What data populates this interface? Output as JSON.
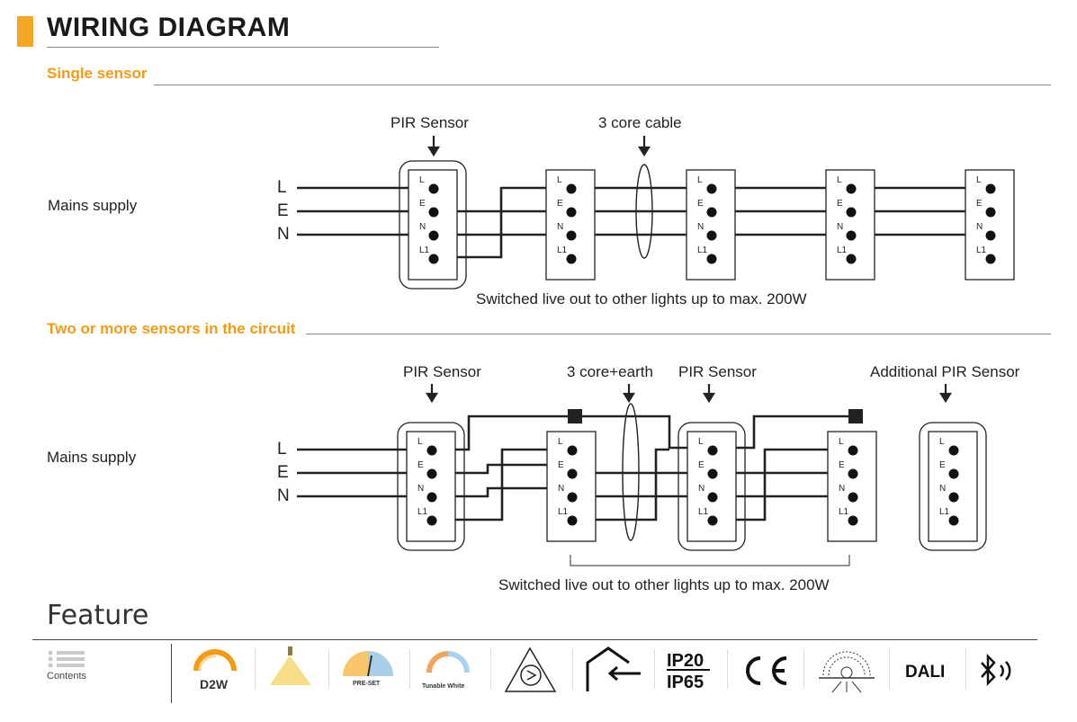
{
  "header": {
    "title": "WIRING DIAGRAM"
  },
  "section1": {
    "heading": "Single sensor",
    "pir_label": "PIR Sensor",
    "cable_label": "3 core cable",
    "mains_label": "Mains supply",
    "line_letters": [
      "L",
      "E",
      "N"
    ],
    "terminal_labels": [
      "L",
      "E",
      "N",
      "L1"
    ],
    "footnote": "Switched live out to other lights up to max. 200W"
  },
  "section2": {
    "heading": "Two or more sensors in the circuit",
    "pir_label_1": "PIR Sensor",
    "cable_label": "3 core+earth",
    "pir_label_2": "PIR Sensor",
    "additional_label": "Additional PIR Sensor",
    "mains_label": "Mains supply",
    "line_letters": [
      "L",
      "E",
      "N"
    ],
    "terminal_labels": [
      "L",
      "E",
      "N",
      "L1"
    ],
    "footnote": "Switched live out to other lights up to max. 200W"
  },
  "feature": {
    "title": "Feature",
    "contents_label": "Contents",
    "icons": [
      {
        "name": "d2w-icon",
        "text": "D2W"
      },
      {
        "name": "downlight-beam-icon",
        "text": ""
      },
      {
        "name": "preset-gauge-icon",
        "text": "PRE-SET"
      },
      {
        "name": "tunable-white-icon",
        "text": "Tunable White"
      },
      {
        "name": "dimmer-triangle-icon",
        "text": ""
      },
      {
        "name": "indoor-house-icon",
        "text": ""
      },
      {
        "name": "ip-rating-icon",
        "text": "IP20",
        "text2": "IP65"
      },
      {
        "name": "ce-mark-icon",
        "text": "CE"
      },
      {
        "name": "sensor-beam-icon",
        "text": ""
      },
      {
        "name": "dali-icon",
        "text": "DALI"
      },
      {
        "name": "bluetooth-icon",
        "text": ""
      }
    ]
  },
  "colors": {
    "accent": "#f39c12",
    "title_bar": "#f5a623",
    "wire": "#222222"
  }
}
